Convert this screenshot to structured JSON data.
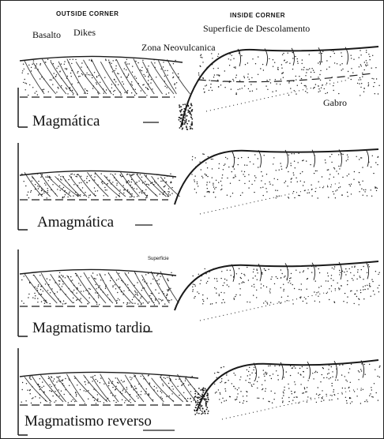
{
  "header": {
    "outside_corner": "OUTSIDE CORNER",
    "inside_corner": "INSIDE CORNER"
  },
  "labels": {
    "basalto": "Basalto",
    "dikes": "Dikes",
    "superficie": "Superficie de Descolamento",
    "zona": "Zona Neovulcanica",
    "gabro": "Gabro",
    "superficie_small": "Superficie"
  },
  "panels": [
    {
      "title": "Magmática"
    },
    {
      "title": "Amagmática"
    },
    {
      "title": "Magmatismo tardio"
    },
    {
      "title": "Magmatismo reverso"
    }
  ],
  "colors": {
    "ink": "#1a1a1a",
    "background": "#ffffff"
  }
}
